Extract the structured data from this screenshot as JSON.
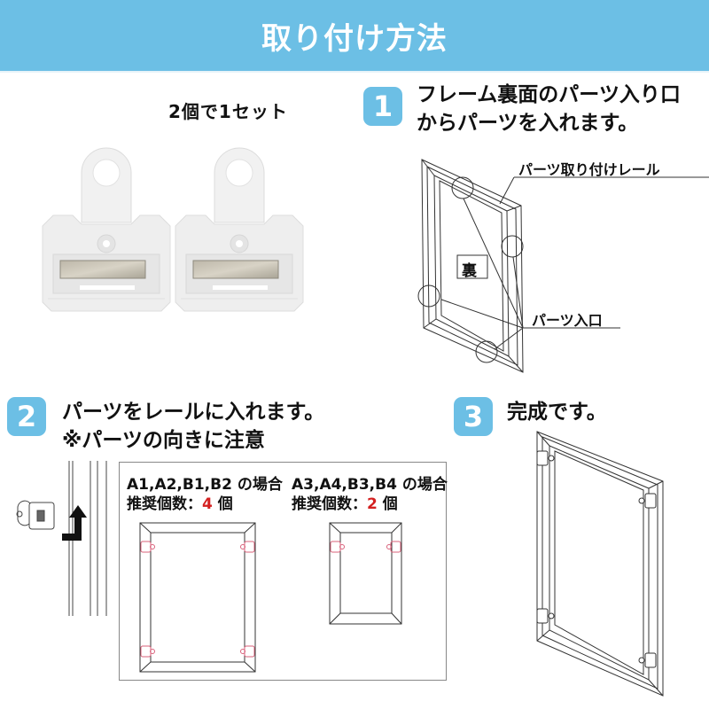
{
  "header": {
    "title": "取り付け方法",
    "bg_color": "#6cbfe5"
  },
  "parts": {
    "set_label": "2個で1セット",
    "items": [
      {
        "name": "hanger-part-1"
      },
      {
        "name": "hanger-part-2"
      }
    ]
  },
  "steps": [
    {
      "number": "1",
      "lines": [
        "フレーム裏面のパーツ入り口",
        "からパーツを入れます。"
      ],
      "callouts": {
        "rail": "パーツ取り付けレール",
        "entrance": "パーツ入口",
        "back_label": "裏"
      }
    },
    {
      "number": "2",
      "lines": [
        "パーツをレールに入れます。",
        "※パーツの向きに注意"
      ],
      "cases": [
        {
          "sizes": "A1,A2,B1,B2 の場合",
          "qty_label": "推奨個数：",
          "qty": "4",
          "unit": "個"
        },
        {
          "sizes": "A3,A4,B3,B4 の場合",
          "qty_label": "推奨個数：",
          "qty": "2",
          "unit": "個"
        }
      ]
    },
    {
      "number": "3",
      "lines": [
        "完成です。"
      ]
    }
  ],
  "colors": {
    "accent": "#6cbfe5",
    "qty_red": "#d42020",
    "part_pink": "#d9607a"
  }
}
